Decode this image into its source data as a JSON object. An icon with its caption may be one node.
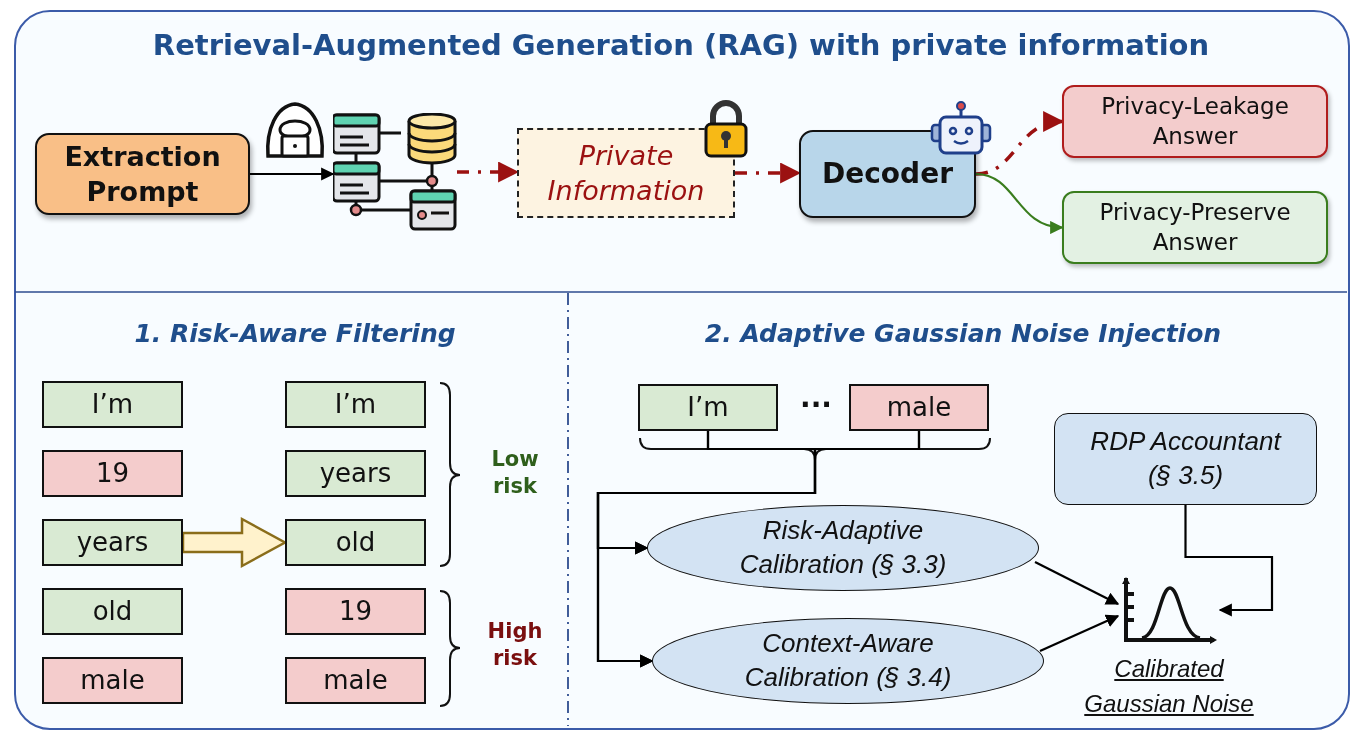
{
  "diagram": {
    "title": "Retrieval-Augmented Generation (RAG) with private information",
    "nodes": [
      {
        "text": [
          "Extraction Prompt"
        ]
      },
      {
        "text": [],
        "shape": "picture"
      },
      {
        "text": [
          "Private Information"
        ]
      },
      {
        "text": [
          "Decoder"
        ]
      },
      {
        "text": [
          "Privacy-Leakage Answer"
        ]
      },
      {
        "text": [
          "Privacy-Preserve Answer"
        ]
      },
      {
        "text": [
          "I’m"
        ]
      },
      {
        "text": [
          "19"
        ]
      },
      {
        "text": [
          "years"
        ]
      },
      {
        "text": [
          "old"
        ]
      },
      {
        "text": [
          "male"
        ]
      },
      {
        "text": [
          "I’m"
        ]
      },
      {
        "text": [
          "years"
        ]
      },
      {
        "text": [
          "old"
        ]
      },
      {
        "text": [
          "19"
        ]
      },
      {
        "text": [
          "male"
        ]
      },
      {
        "text": [
          "I’m"
        ]
      },
      {
        "text": [
          "male"
        ]
      },
      {
        "text": [
          "RDP Accountant (§ 3.5)"
        ]
      },
      {
        "text": [
          "Risk-Adaptive Calibration (§ 3.3)"
        ]
      },
      {
        "text": [
          "Context-Aware Calibration (§ 3.4)"
        ]
      },
      {
        "text": [],
        "shape": "picture",
        "beside": [
          "Calibrated Gaussian Noise"
        ]
      }
    ],
    "edges": [
      {
        "from": 0,
        "to": 1,
        "arrow": "to"
      },
      {
        "from": 1,
        "to": 2,
        "arrow": "to",
        "style": "dashed",
        "color": "#9b1111"
      },
      {
        "from": 2,
        "to": 3,
        "arrow": "to",
        "style": "dashed",
        "color": "#9b1111"
      },
      {
        "from": 3,
        "to": 4,
        "arrow": "to",
        "style": "dashed",
        "color": "#9b1111"
      },
      {
        "from": 3,
        "to": 5,
        "arrow": "to",
        "color": "#3a7d1e"
      },
      {
        "from": 8,
        "to": 13,
        "arrow": "to",
        "style": "thick",
        "color": "#8a6d1a"
      },
      {
        "from": 16,
        "to": 19,
        "arrow": "to"
      },
      {
        "from": 16,
        "to": 20,
        "arrow": "to"
      },
      {
        "from": 17,
        "to": 19,
        "arrow": "to"
      },
      {
        "from": 17,
        "to": 20,
        "arrow": "to"
      },
      {
        "from": 18,
        "to": 21,
        "arrow": "to"
      },
      {
        "from": 19,
        "to": 21,
        "arrow": "to"
      },
      {
        "from": 20,
        "to": 21,
        "arrow": "to"
      }
    ],
    "labels": [
      "1. Risk-Aware Filtering",
      "Low risk",
      "High risk",
      "2. Adaptive Gaussian Noise Injection",
      "..."
    ]
  }
}
